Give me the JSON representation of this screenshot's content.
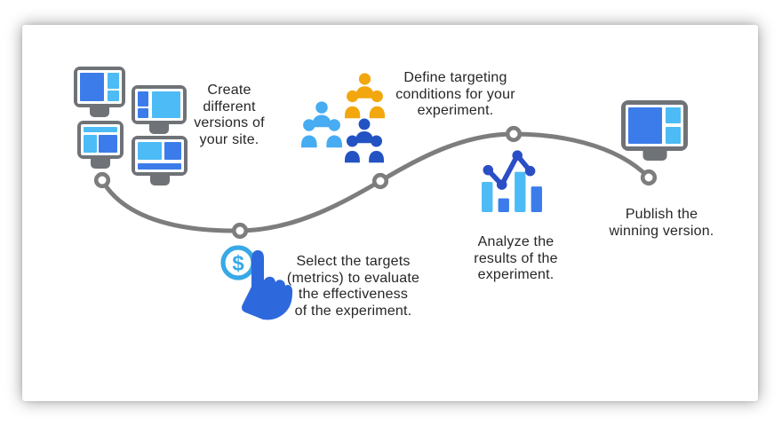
{
  "diagram": {
    "type": "process-flow",
    "description_visible_text_only": true,
    "steps": [
      {
        "id": "create-versions",
        "icon": "monitors-grid-icon",
        "lines": [
          "Create",
          "different",
          "versions of",
          "your site."
        ]
      },
      {
        "id": "define-targeting",
        "icon": "audience-groups-icon",
        "lines": [
          "Define targeting",
          "conditions for your",
          "experiment."
        ]
      },
      {
        "id": "select-targets",
        "icon": "tap-dollar-icon",
        "coin_symbol": "$",
        "lines": [
          "Select the targets",
          "(metrics) to evaluate",
          "the effectiveness",
          "of the experiment."
        ]
      },
      {
        "id": "analyze-results",
        "icon": "bar-chart-line-icon",
        "lines": [
          "Analyze the",
          "results of the",
          "experiment."
        ]
      },
      {
        "id": "publish-winner",
        "icon": "monitor-icon",
        "lines": [
          "Publish the",
          "winning version."
        ]
      }
    ],
    "flow_nodes_count": 5,
    "colors": {
      "text": "#262626",
      "path_gray": "#7D7D7D",
      "monitor_frame_gray": "#6F7276",
      "royal_blue": "#3C7CEA",
      "sky_blue": "#4DBBF5",
      "line_chart_dark_blue": "#2A4EC5",
      "people_light_blue": "#47ACF2",
      "people_yellow": "#F2A70E",
      "people_dark_blue": "#2353C3",
      "coin_light_blue": "#38A9E6",
      "hand_blue": "#2E68DD",
      "card_background": "#FFFFFF"
    }
  }
}
